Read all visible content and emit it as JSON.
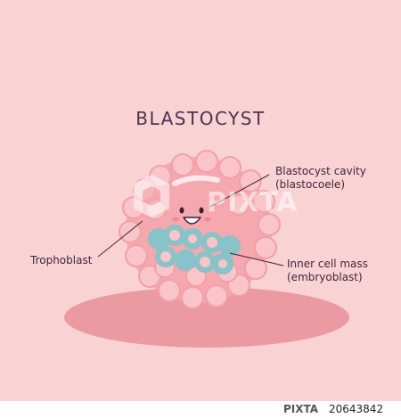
{
  "title": "BLASTOCYST",
  "labels": {
    "cavity_line1": "Blastocyst cavity",
    "cavity_line2": "(blastocoele)",
    "trophoblast": "Trophoblast",
    "icm_line1": "Inner cell mass",
    "icm_line2": "(embryoblast)"
  },
  "watermark": {
    "text": "PIXTA",
    "footer_brand": "PIXTA",
    "image_id": "20643842"
  },
  "colors": {
    "background": "#f9d2d4",
    "cell_outer": "#f5a8ae",
    "cell_ring": "#f9c5c8",
    "inner_mass": "#87c3c8",
    "shadow": "#ec9aa2",
    "title": "#4a3350"
  },
  "icons": {
    "smile_face": "smiling-face-icon",
    "watermark_logo": "pixta-cube-icon"
  }
}
